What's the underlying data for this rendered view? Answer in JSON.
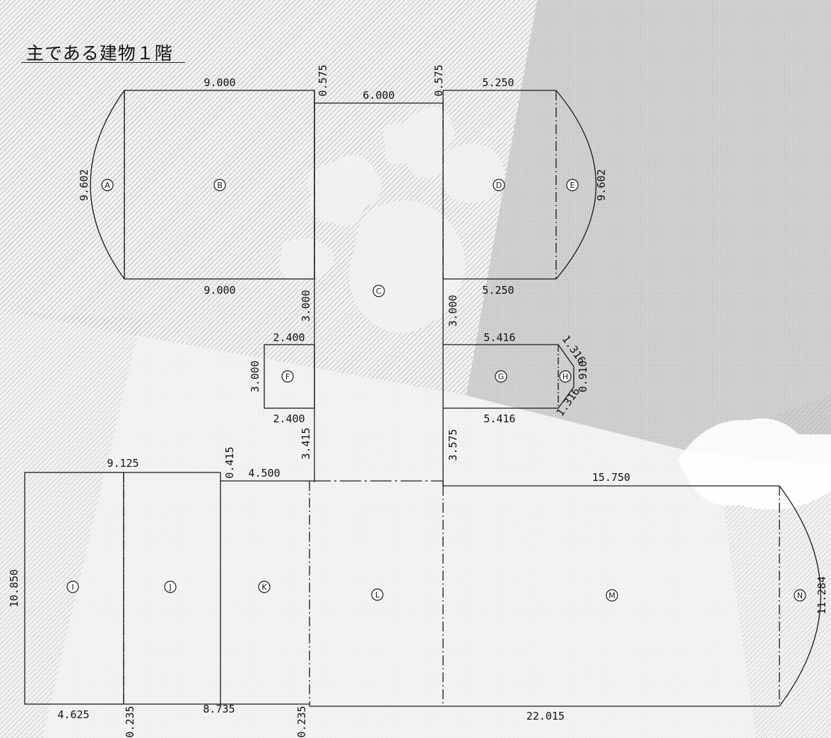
{
  "title": "主である建物１階",
  "colors": {
    "line": "#1a1a1a",
    "hatch": "#8a8a8a",
    "stipple": "#9a9a9a",
    "paper": "#ffffff"
  },
  "regions": [
    {
      "id": "A",
      "label": "A"
    },
    {
      "id": "B",
      "label": "B"
    },
    {
      "id": "C",
      "label": "C"
    },
    {
      "id": "D",
      "label": "D"
    },
    {
      "id": "E",
      "label": "E"
    },
    {
      "id": "F",
      "label": "F"
    },
    {
      "id": "G",
      "label": "G"
    },
    {
      "id": "H",
      "label": "H"
    },
    {
      "id": "I",
      "label": "I"
    },
    {
      "id": "J",
      "label": "J"
    },
    {
      "id": "K",
      "label": "K"
    },
    {
      "id": "L",
      "label": "L"
    },
    {
      "id": "M",
      "label": "M"
    },
    {
      "id": "N",
      "label": "N"
    }
  ],
  "dimensions": {
    "b_top": "9.000",
    "b_bottom": "9.000",
    "gap_left": "0.575",
    "gap_right": "0.575",
    "c_top": "6.000",
    "d_top": "5.250",
    "d_bottom": "5.250",
    "a_arc": "9.602",
    "e_arc": "9.602",
    "c_left_upper": "3.000",
    "c_right_upper": "3.000",
    "f_top": "2.400",
    "f_bottom": "2.400",
    "f_side": "3.000",
    "g_top": "5.416",
    "g_bottom": "5.416",
    "h_upper": "1.316",
    "h_side": "0.910",
    "h_lower": "1.316",
    "c_left_lower": "3.415",
    "c_right_lower": "3.575",
    "ij_top": "9.125",
    "jk_step": "0.415",
    "k_top": "4.500",
    "m_top": "15.750",
    "i_side": "10.850",
    "i_bottom": "4.625",
    "j_step": "0.235",
    "j_bottom": "8.735",
    "l_step": "0.235",
    "m_bottom": "22.015",
    "n_arc": "11.284"
  }
}
